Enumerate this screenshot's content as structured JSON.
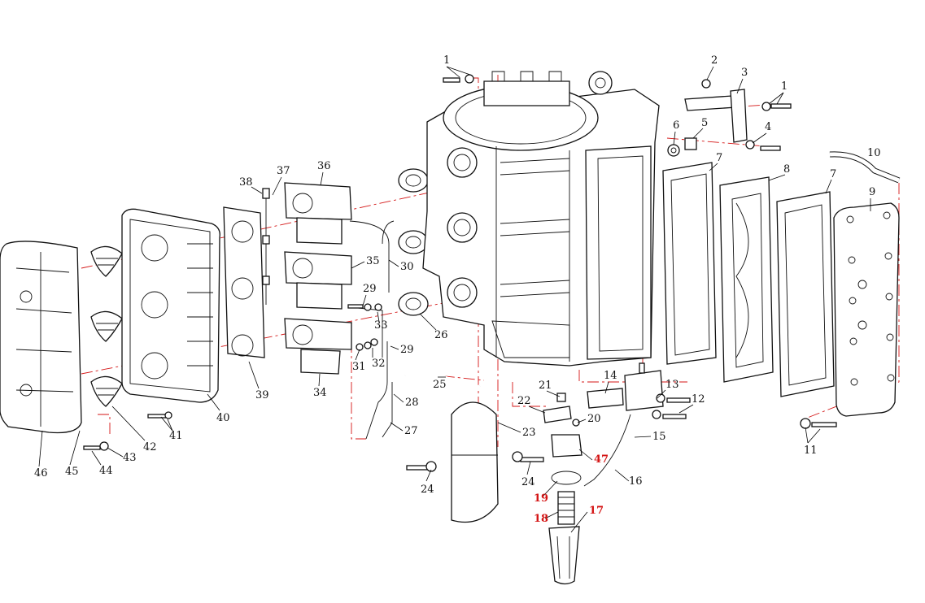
{
  "diagram": {
    "colors": {
      "ink": "#111111",
      "centerline": "#d41515",
      "leader_alt": "#2233bb",
      "highlight_label": "#d41515"
    },
    "labels": [
      {
        "id": "p1a",
        "text": "1"
      },
      {
        "id": "p1b",
        "text": "1"
      },
      {
        "id": "p2",
        "text": "2"
      },
      {
        "id": "p3",
        "text": "3"
      },
      {
        "id": "p4",
        "text": "4"
      },
      {
        "id": "p5",
        "text": "5"
      },
      {
        "id": "p6",
        "text": "6"
      },
      {
        "id": "p7a",
        "text": "7"
      },
      {
        "id": "p7b",
        "text": "7"
      },
      {
        "id": "p8",
        "text": "8"
      },
      {
        "id": "p9",
        "text": "9"
      },
      {
        "id": "p10",
        "text": "10"
      },
      {
        "id": "p11",
        "text": "11"
      },
      {
        "id": "p12",
        "text": "12"
      },
      {
        "id": "p13",
        "text": "13"
      },
      {
        "id": "p14",
        "text": "14"
      },
      {
        "id": "p15",
        "text": "15"
      },
      {
        "id": "p16",
        "text": "16"
      },
      {
        "id": "p17",
        "text": "17"
      },
      {
        "id": "p18",
        "text": "18"
      },
      {
        "id": "p19",
        "text": "19"
      },
      {
        "id": "p20",
        "text": "20"
      },
      {
        "id": "p21",
        "text": "21"
      },
      {
        "id": "p22",
        "text": "22"
      },
      {
        "id": "p23",
        "text": "23"
      },
      {
        "id": "p24a",
        "text": "24"
      },
      {
        "id": "p24b",
        "text": "24"
      },
      {
        "id": "p25",
        "text": "25"
      },
      {
        "id": "p26",
        "text": "26"
      },
      {
        "id": "p27",
        "text": "27"
      },
      {
        "id": "p28",
        "text": "28"
      },
      {
        "id": "p29a",
        "text": "29"
      },
      {
        "id": "p29b",
        "text": "29"
      },
      {
        "id": "p30",
        "text": "30"
      },
      {
        "id": "p31",
        "text": "31"
      },
      {
        "id": "p32",
        "text": "32"
      },
      {
        "id": "p33",
        "text": "33"
      },
      {
        "id": "p34",
        "text": "34"
      },
      {
        "id": "p35",
        "text": "35"
      },
      {
        "id": "p36",
        "text": "36"
      },
      {
        "id": "p37",
        "text": "37"
      },
      {
        "id": "p38",
        "text": "38"
      },
      {
        "id": "p39",
        "text": "39"
      },
      {
        "id": "p40",
        "text": "40"
      },
      {
        "id": "p41",
        "text": "41"
      },
      {
        "id": "p42",
        "text": "42"
      },
      {
        "id": "p43",
        "text": "43"
      },
      {
        "id": "p44",
        "text": "44"
      },
      {
        "id": "p45",
        "text": "45"
      },
      {
        "id": "p46",
        "text": "46"
      },
      {
        "id": "p47",
        "text": "47"
      }
    ]
  }
}
